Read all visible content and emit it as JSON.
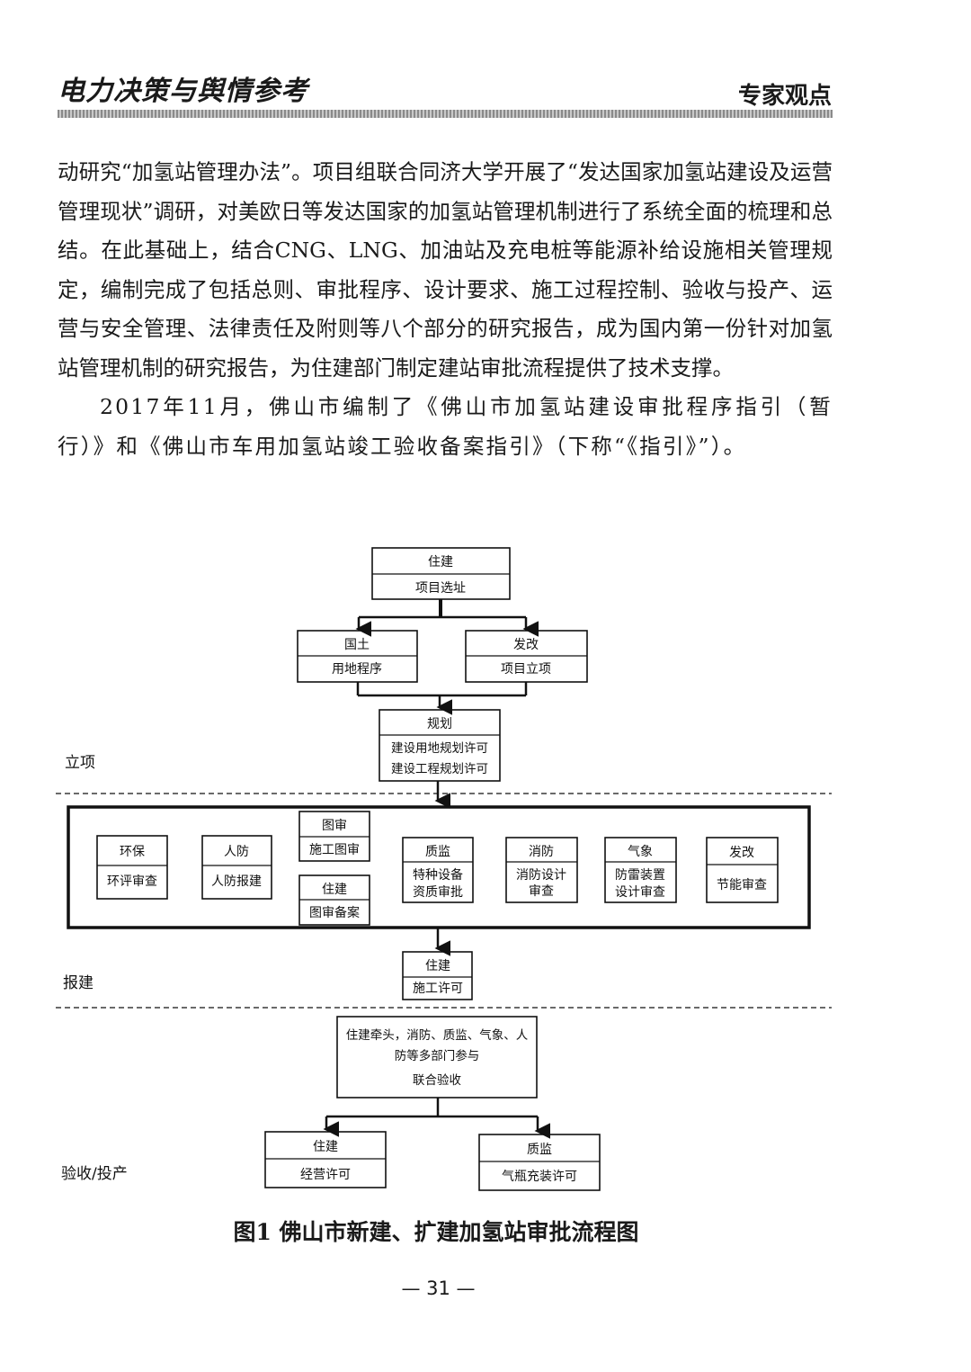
{
  "header": {
    "journal_title": "电力决策与舆情参考",
    "section": "专家观点"
  },
  "paragraphs": [
    "动研究“加氢站管理办法”。项目组联合同济大学开展了“发达国家加氢站建设及运营管理现状”调研，对美欧日等发达国家的加氢站管理机制进行了系统全面的梳理和总结。在此基础上，结合CNG、LNG、加油站及充电桩等能源补给设施相关管理规定，编制完成了包括总则、审批程序、设计要求、施工过程控制、验收与投产、运营与安全管理、法律责任及附则等八个部分的研究报告，成为国内第一份针对加氢站管理机制的研究报告，为住建部门制定建站审批流程提供了技术支撑。",
    "2017年11月，佛山市编制了《佛山市加氢站建设审批程序指引（暂行）》和《佛山市车用加氢站竣工验收备案指引》（下称“《指引》”）。"
  ],
  "flowchart": {
    "phases": {
      "lixiang": "立项",
      "baojian": "报建",
      "yanshou": "验收/投产"
    },
    "site_selection": {
      "dept": "住建",
      "task": "项目选址"
    },
    "land": {
      "dept": "国土",
      "task": "用地程序"
    },
    "approval": {
      "dept": "发改",
      "task": "项目立项"
    },
    "planning": {
      "dept": "规划",
      "task1": "建设用地规划许可",
      "task2": "建设工程规划许可"
    },
    "env": {
      "dept": "环保",
      "task": "环评审查"
    },
    "civil_defense": {
      "dept": "人防",
      "task": "人防报建"
    },
    "drawing_review": {
      "dept": "图审",
      "task": "施工图审"
    },
    "drawing_filing": {
      "dept": "住建",
      "task": "图审备案"
    },
    "quality": {
      "dept": "质监",
      "task1": "特种设备",
      "task2": "资质审批"
    },
    "fire": {
      "dept": "消防",
      "task1": "消防设计",
      "task2": "审查"
    },
    "weather": {
      "dept": "气象",
      "task1": "防雷装置",
      "task2": "设计审查"
    },
    "energy": {
      "dept": "发改",
      "task": "节能审查"
    },
    "construction_permit": {
      "dept": "住建",
      "task": "施工许可"
    },
    "joint": {
      "line1": "住建牵头，消防、质监、气象、人",
      "line2": "防等多部门参与",
      "line3": "联合验收"
    },
    "operation": {
      "dept": "住建",
      "task": "经营许可"
    },
    "cylinder": {
      "dept": "质监",
      "task": "气瓶充装许可"
    }
  },
  "caption": "图1 佛山市新建、扩建加氢站审批流程图",
  "page_number": "— 31 —"
}
